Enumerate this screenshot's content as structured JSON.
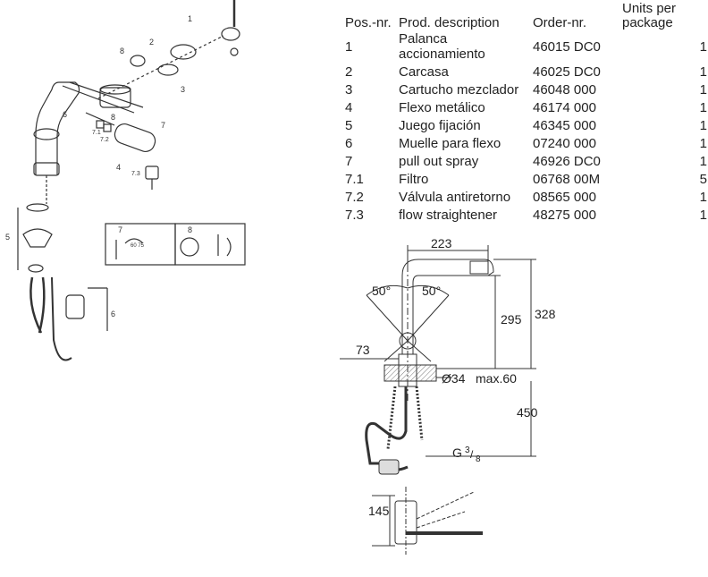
{
  "table": {
    "headers": {
      "pos": "Pos.-nr.",
      "desc": "Prod. description",
      "order": "Order-nr.",
      "units_line1": "Units per",
      "units_line2": "package"
    },
    "rows": [
      {
        "pos": "1",
        "desc": "Palanca accionamiento",
        "order": "46015 DC0",
        "units": "1"
      },
      {
        "pos": "2",
        "desc": "Carcasa",
        "order": "46025 DC0",
        "units": "1"
      },
      {
        "pos": "3",
        "desc": "Cartucho mezclador",
        "order": "46048 000",
        "units": "1"
      },
      {
        "pos": "4",
        "desc": "Flexo metálico",
        "order": "46174 000",
        "units": "1"
      },
      {
        "pos": "5",
        "desc": "Juego fijación",
        "order": "46345 000",
        "units": "1"
      },
      {
        "pos": "6",
        "desc": "Muelle para flexo",
        "order": "07240 000",
        "units": "1"
      },
      {
        "pos": "7",
        "desc": "pull out spray",
        "order": "46926 DC0",
        "units": "1"
      },
      {
        "pos": "7.1",
        "desc": "Filtro",
        "order": "06768 00M",
        "units": "5"
      },
      {
        "pos": "7.2",
        "desc": "Válvula antiretorno",
        "order": "08565 000",
        "units": "1"
      },
      {
        "pos": "7.3",
        "desc": "flow straightener",
        "order": "48275 000",
        "units": "1"
      }
    ]
  },
  "exploded_view": {
    "callouts": [
      "1",
      "2",
      "3",
      "4",
      "5",
      "6",
      "6",
      "7",
      "8",
      "8",
      "7.1",
      "7.2",
      "7.3"
    ],
    "inset_labels": [
      "7",
      "8"
    ],
    "inset_dims": "60 75"
  },
  "dimensions": {
    "top_reach": "223",
    "angle_left": "50°",
    "angle_right": "50°",
    "height_spout": "295",
    "height_total": "328",
    "offset": "73",
    "hole": "Ø34",
    "deck": "max.60",
    "hose": "450",
    "thread_g": "G",
    "thread_num": "3",
    "thread_den": "8",
    "lever_clearance": "145"
  }
}
